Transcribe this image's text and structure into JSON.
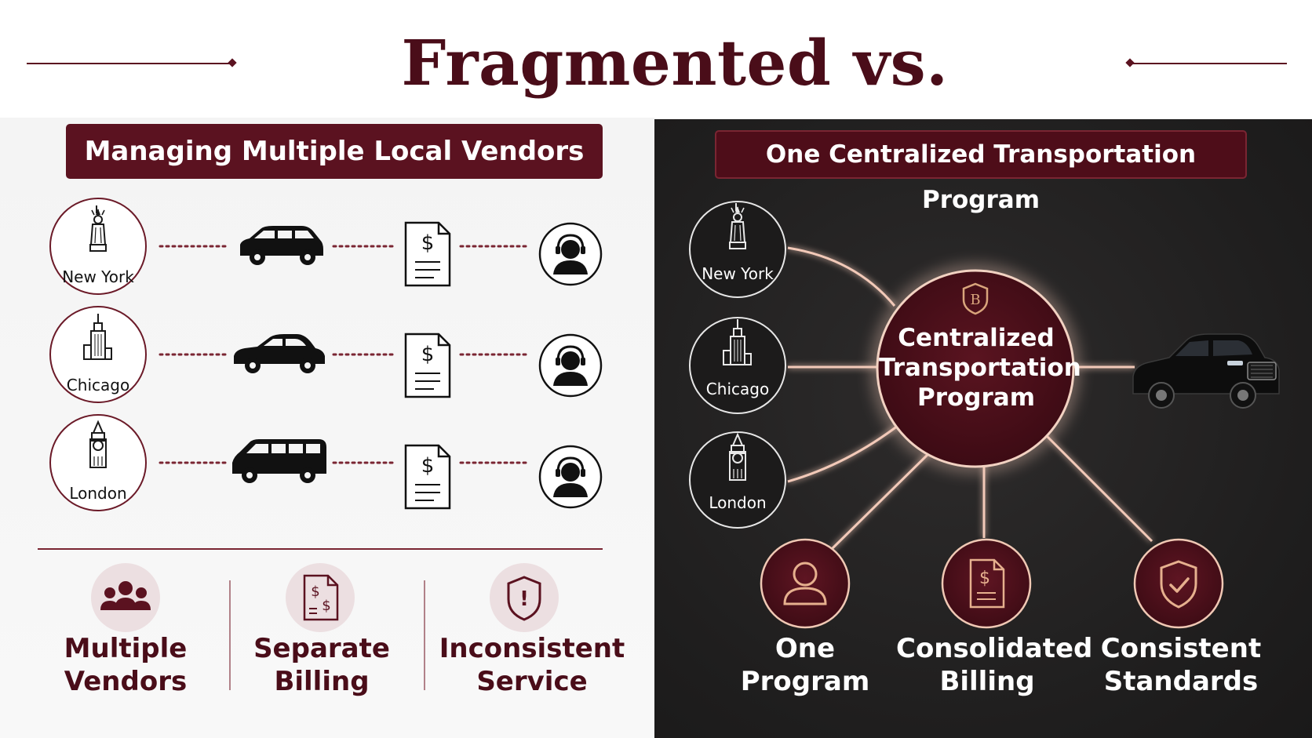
{
  "title": "Fragmented vs. Centralized",
  "left": {
    "banner": "Managing Multiple Local Vendors",
    "rows": [
      {
        "city": "New York",
        "landmark_icon": "statue-of-liberty-icon",
        "vehicle_icon": "suv-icon"
      },
      {
        "city": "Chicago",
        "landmark_icon": "skyscraper-icon",
        "vehicle_icon": "sedan-icon"
      },
      {
        "city": "London",
        "landmark_icon": "big-ben-icon",
        "vehicle_icon": "van-icon"
      }
    ],
    "invoice_symbol": "$",
    "features": [
      {
        "line1": "Multiple",
        "line2": "Vendors",
        "icon": "people-group-icon"
      },
      {
        "line1": "Separate",
        "line2": "Billing",
        "icon": "split-billing-icon",
        "symbol": "$"
      },
      {
        "line1": "Inconsistent",
        "line2": "Service",
        "icon": "warning-shield-icon",
        "symbol": "!"
      }
    ]
  },
  "right": {
    "banner": "One Centralized Transportation Program",
    "cities": [
      "New York",
      "Chicago",
      "London"
    ],
    "hub": {
      "line1": "Centralized",
      "line2": "Transportation",
      "line3": "Program",
      "emblem": "B"
    },
    "features": [
      {
        "line1": "One",
        "line2": "Program",
        "icon": "person-icon"
      },
      {
        "line1": "Consolidated",
        "line2": "Billing",
        "icon": "invoice-icon",
        "symbol": "$"
      },
      {
        "line1": "Consistent",
        "line2": "Standards",
        "icon": "check-shield-icon"
      }
    ]
  },
  "colors": {
    "burgundy": "#5b1220",
    "dark_bg": "#1f1e1e",
    "glow": "#f2c9b8",
    "light_bg": "#f5f5f5"
  }
}
